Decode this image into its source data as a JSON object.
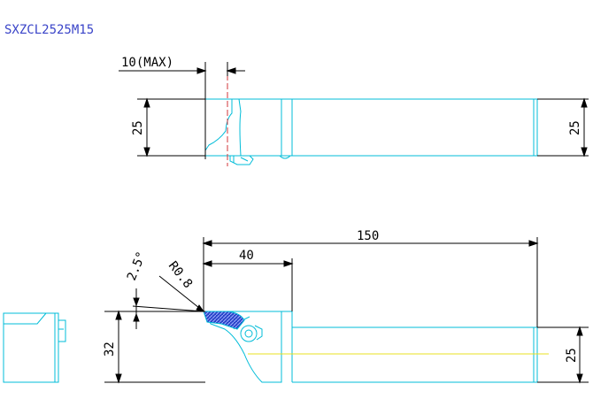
{
  "drawing": {
    "part_number": "SXZCL2525M15",
    "dimensions": {
      "cut_depth_max": "10(MAX)",
      "top_height": "25",
      "top_height_right": "25",
      "overall_length": "150",
      "head_length": "40",
      "clearance_angle": "2.5°",
      "corner_radius": "R0.8",
      "total_height": "32",
      "shank_height": "25"
    }
  },
  "colors": {
    "outline": "#00bcd8",
    "dimension": "#000000",
    "title": "#3a44c8",
    "centerline": "#d2363a",
    "insert_fill": "#4a63d8",
    "yellow_line": "#e8e020"
  }
}
